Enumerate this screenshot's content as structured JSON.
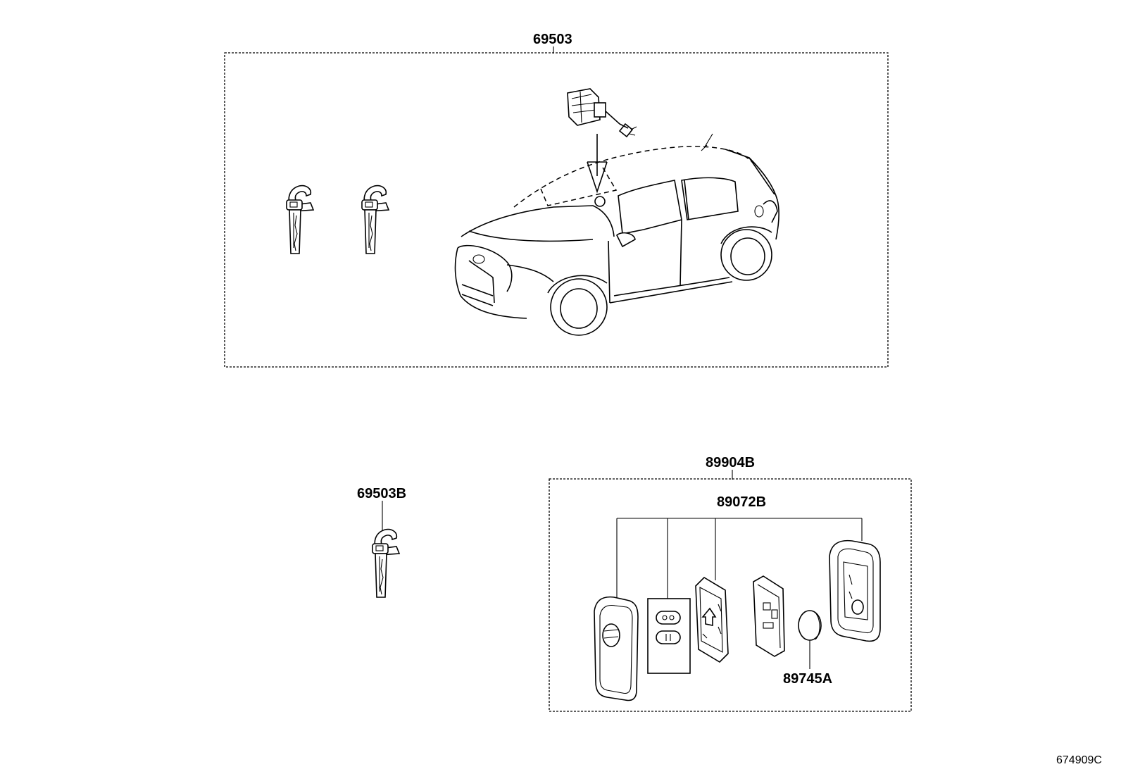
{
  "labels": {
    "key_set": "69503",
    "single_key": "69503B",
    "transmitter_set": "89904B",
    "transmitter_housing": "89072B",
    "battery": "89745A",
    "diagram_number": "674909C"
  }
}
